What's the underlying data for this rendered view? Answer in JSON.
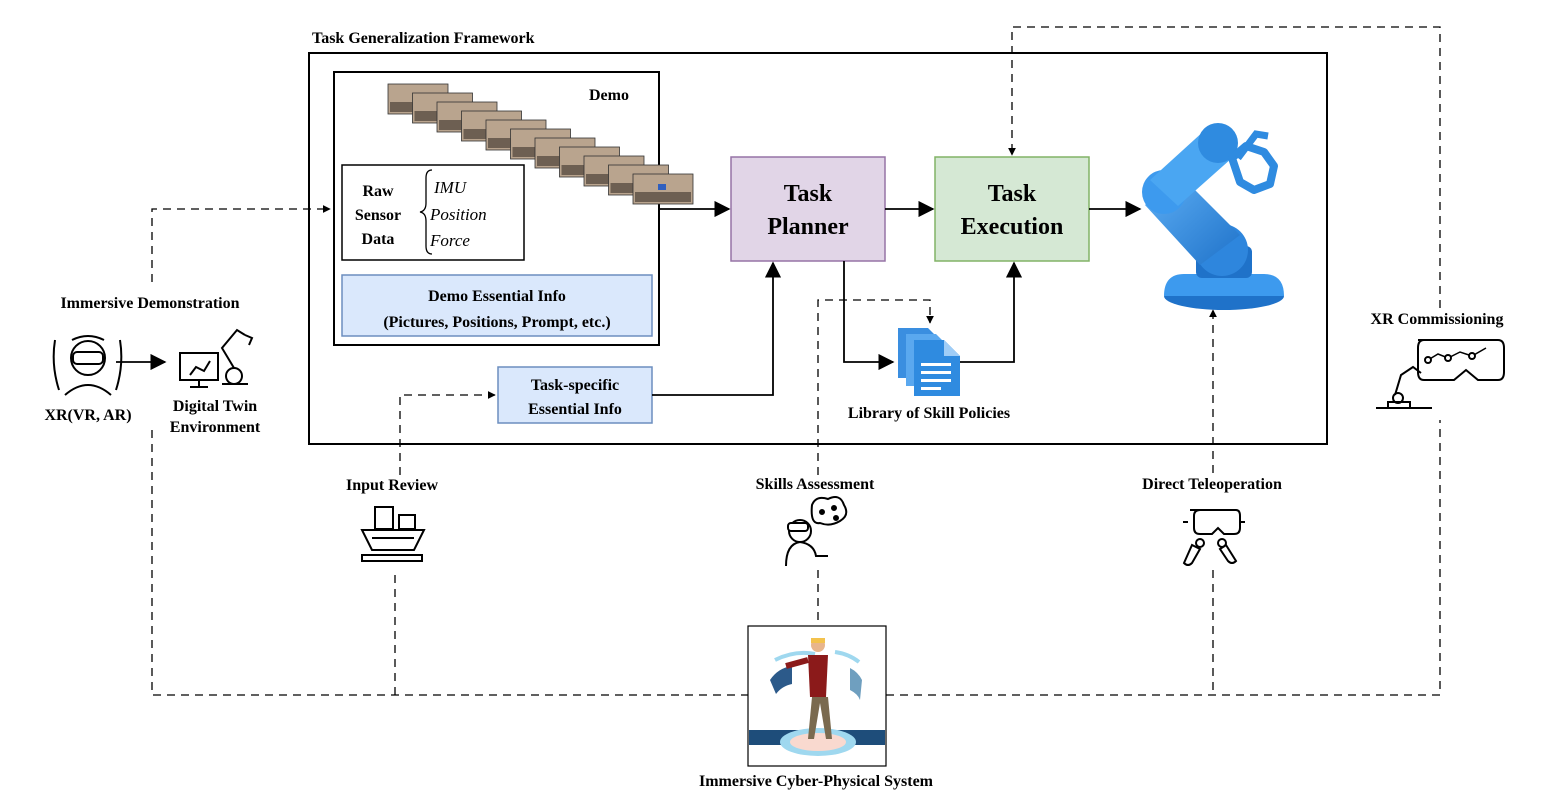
{
  "framework_title": "Task Generalization Framework",
  "demo": {
    "title": "Demo",
    "raw_sensor": [
      "Raw",
      "Sensor",
      "Data"
    ],
    "sensor_types": [
      "IMU",
      "Position",
      "Force"
    ],
    "essential_info": [
      "Demo Essential Info",
      "(Pictures, Positions, Prompt, etc.)"
    ]
  },
  "task_specific": [
    "Task-specific",
    "Essential Info"
  ],
  "planner": [
    "Task",
    "Planner"
  ],
  "execution": [
    "Task",
    "Execution"
  ],
  "library": "Library of Skill Policies",
  "immersive_demo": {
    "title": "Immersive Demonstration",
    "xr_label": "XR(VR, AR)",
    "twin_label": [
      "Digital Twin",
      "Environment"
    ]
  },
  "xr_commissioning": "XR Commissioning",
  "input_review": "Input Review",
  "skills_assessment": "Skills Assessment",
  "direct_teleoperation": "Direct Teleoperation",
  "cps": "Immersive Cyber-Physical System",
  "colors": {
    "planner_fill": "#e1d5e7",
    "planner_stroke": "#9673a6",
    "execution_fill": "#d5e8d4",
    "execution_stroke": "#82b366",
    "info_fill": "#dae8fc",
    "info_stroke": "#6c8ebf",
    "robot_blue": "#2f8be0"
  }
}
